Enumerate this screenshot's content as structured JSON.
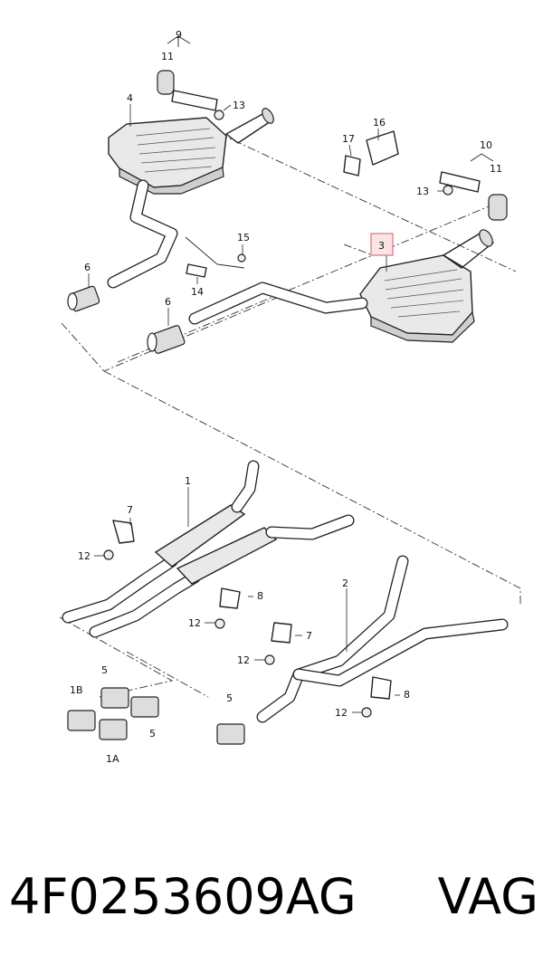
{
  "callouts": {
    "c1": "1",
    "c1A": "1A",
    "c1B": "1B",
    "c2": "2",
    "c3": "3",
    "c4": "4",
    "c5a": "5",
    "c5b": "5",
    "c5c": "5",
    "c6a": "6",
    "c6b": "6",
    "c7a": "7",
    "c7b": "7",
    "c8a": "8",
    "c8b": "8",
    "c9": "9",
    "c10": "10",
    "c11a": "11",
    "c11b": "11",
    "c12a": "12",
    "c12b": "12",
    "c12c": "12",
    "c12d": "12",
    "c13a": "13",
    "c13b": "13",
    "c14": "14",
    "c15": "15",
    "c16": "16",
    "c17": "17"
  },
  "highlight_color": "#d9767f",
  "footer": {
    "part_number": "4F0253609AG",
    "brand": "VAG"
  }
}
